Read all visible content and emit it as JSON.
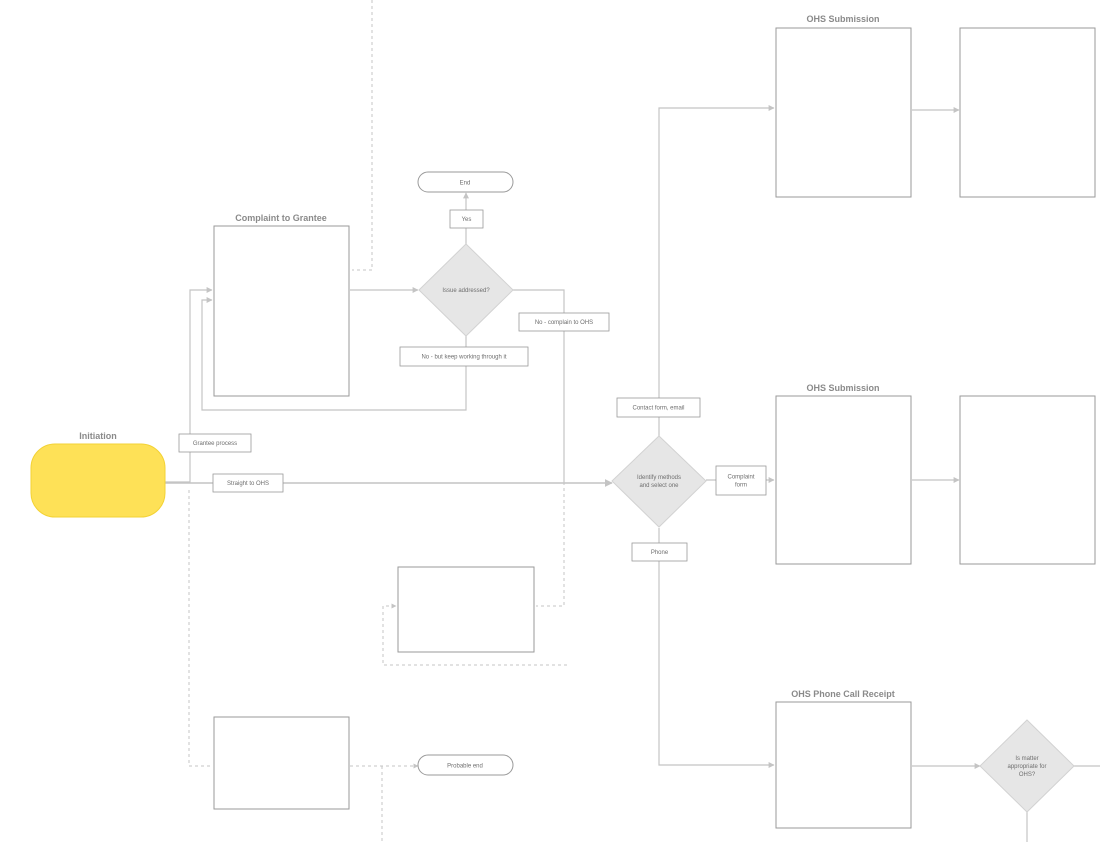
{
  "colors": {
    "line": "#c4c4c4",
    "box_border": "#9a9a9a",
    "diamond_fill": "#e6e6e6",
    "start_fill": "#fee157",
    "title_text": "#8a8a8a",
    "label_text": "#6e6e6e"
  },
  "titles": {
    "initiation": "Initiation",
    "complaint_to_grantee": "Complaint to Grantee",
    "ohs_submission_top": "OHS Submission",
    "ohs_submission_mid": "OHS Submission",
    "ohs_phone_call_receipt": "OHS Phone Call Receipt"
  },
  "terminals": {
    "end": "End",
    "probable_end": "Probable end"
  },
  "decisions": {
    "issue_addressed": [
      "Issue addressed?"
    ],
    "identify_methods": [
      "Identify methods",
      "and select one"
    ],
    "is_matter_appropriate": [
      "Is matter",
      "appropriate for",
      "OHS?"
    ]
  },
  "edge_labels": {
    "yes": "Yes",
    "no_complain_to_ohs": "No - complain to OHS",
    "no_keep_working": "No - but keep working through it",
    "grantee_process": "Grantee process",
    "straight_to_ohs": "Straight to OHS",
    "contact_form_email": "Contact form, email",
    "complaint_form": [
      "Complaint",
      "form"
    ],
    "phone": "Phone"
  }
}
